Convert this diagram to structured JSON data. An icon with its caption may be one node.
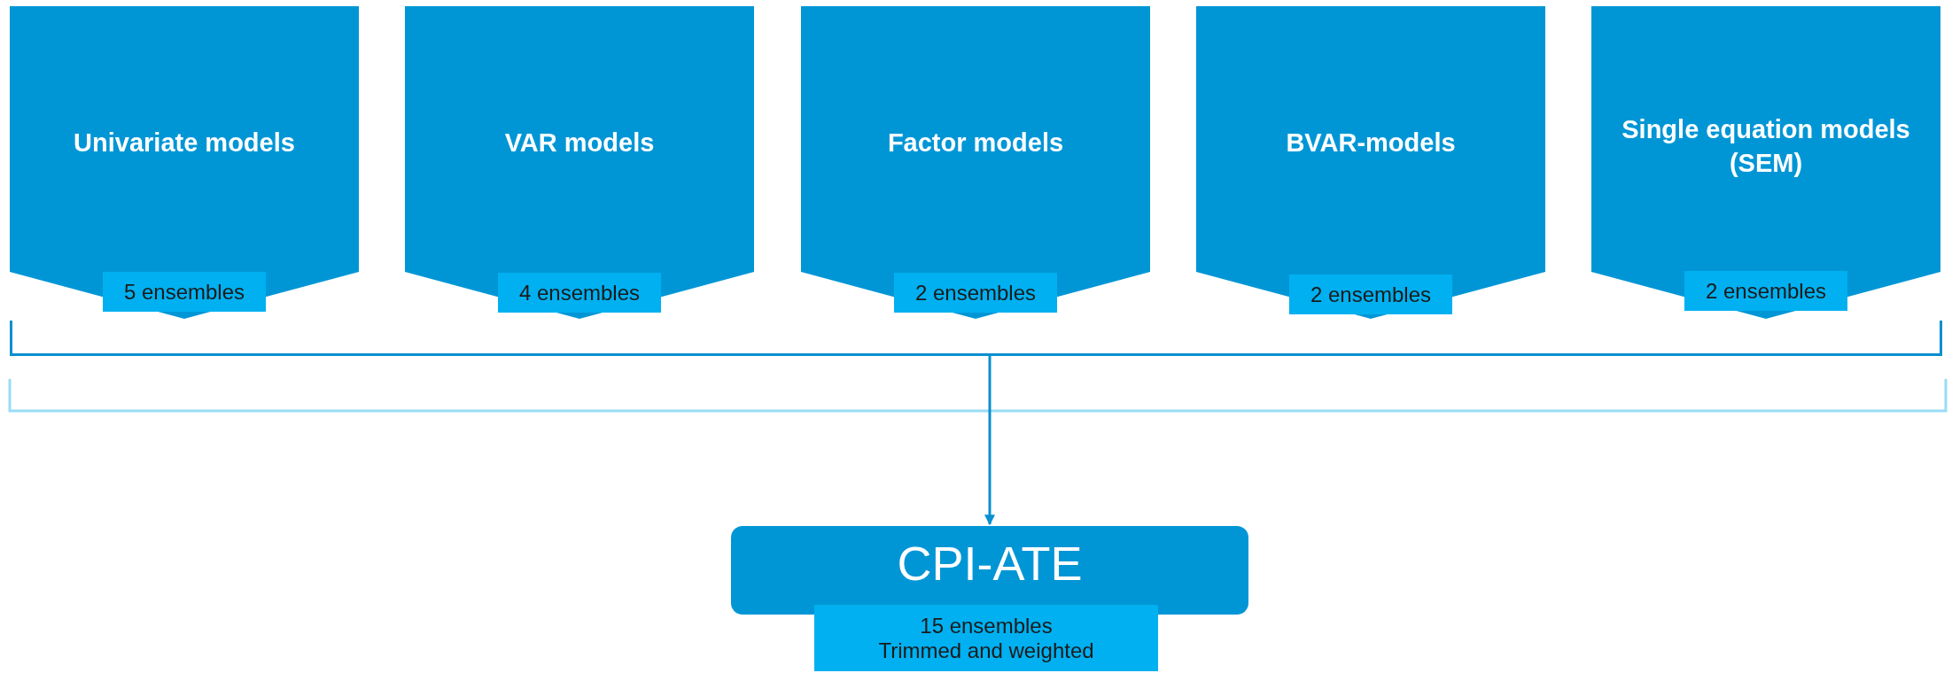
{
  "diagram": {
    "nodes": [
      {
        "text": [
          "Univariate models"
        ]
      },
      {
        "text": [
          "5 ensembles"
        ],
        "in": 0
      },
      {
        "text": [
          "VAR models"
        ]
      },
      {
        "text": [
          "4 ensembles"
        ],
        "in": 2
      },
      {
        "text": [
          "Factor models"
        ]
      },
      {
        "text": [
          "2 ensembles"
        ],
        "in": 4
      },
      {
        "text": [
          "BVAR-models"
        ]
      },
      {
        "text": [
          "2 ensembles"
        ],
        "in": 6
      },
      {
        "text": [
          "Single equation models (SEM)"
        ]
      },
      {
        "text": [
          "2 ensembles"
        ],
        "in": 8
      },
      {
        "text": [],
        "shape": "bracket"
      },
      {
        "text": [
          "CPI-ATE"
        ]
      },
      {
        "text": [
          "15 ensembles Trimmed and weighted"
        ]
      }
    ],
    "edges": [
      {
        "from": 10,
        "to": 11,
        "arrow": "to"
      }
    ]
  }
}
